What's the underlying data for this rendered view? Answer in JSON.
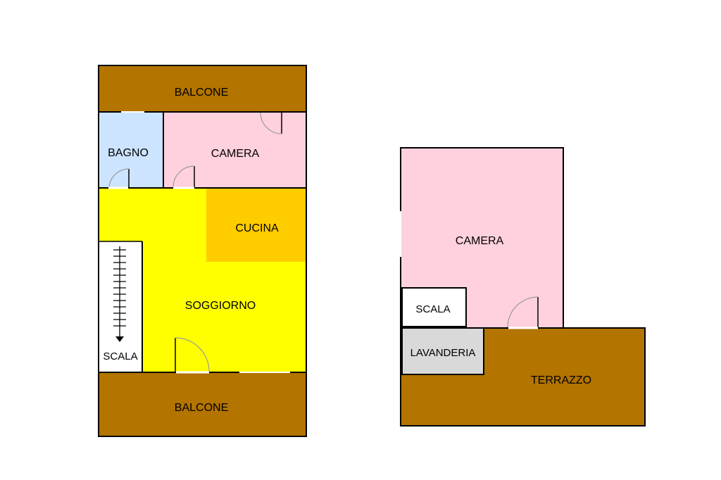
{
  "colors": {
    "balcone": "#b37400",
    "bagno": "#cce4ff",
    "camera": "#ffd1dc",
    "cucina": "#ffcc00",
    "soggiorno": "#ffff00",
    "scala": "#ffffff",
    "lavanderia": "#d9d9d9",
    "terrazzo": "#b37400",
    "wall": "#000000",
    "door": "#9a9a9a"
  },
  "plan_left": {
    "rooms": {
      "balcone_top": "BALCONE",
      "bagno": "BAGNO",
      "camera": "CAMERA",
      "cucina": "CUCINA",
      "soggiorno": "SOGGIORNO",
      "scala": "SCALA",
      "balcone_bottom": "BALCONE"
    }
  },
  "plan_right": {
    "rooms": {
      "camera": "CAMERA",
      "scala": "SCALA",
      "lavanderia": "LAVANDERIA",
      "terrazzo": "TERRAZZO"
    }
  }
}
